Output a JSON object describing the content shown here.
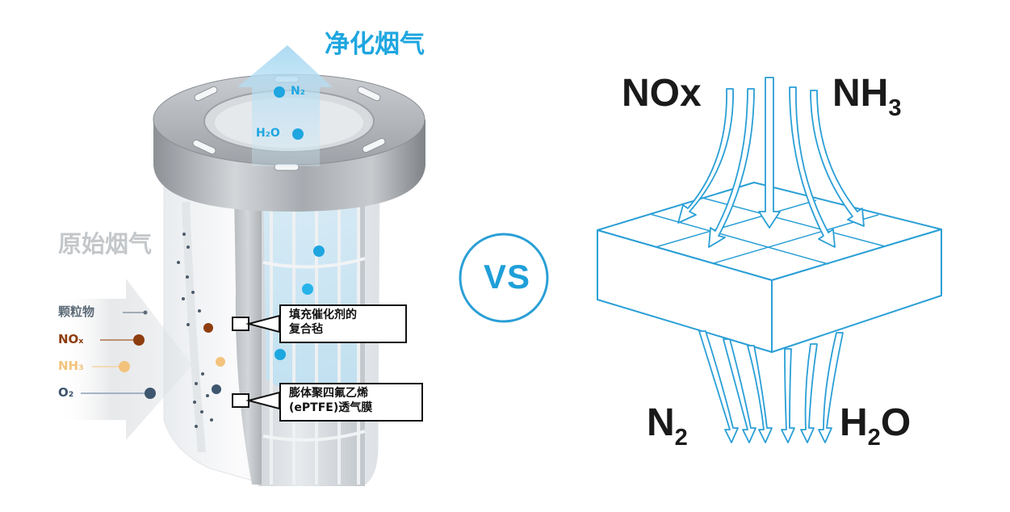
{
  "left_panel": {
    "clean_gas_title": "净化烟气",
    "raw_gas_title": "原始烟气",
    "outflow_molecules": [
      {
        "label": "N₂",
        "color": "#1ea6e0"
      },
      {
        "label": "H₂O",
        "color": "#1ea6e0"
      }
    ],
    "particles": [
      {
        "label": "颗粒物",
        "color": "#5d6b78"
      },
      {
        "label": "NOₓ",
        "color": "#8e3d0f"
      },
      {
        "label": "NH₃",
        "color": "#f3c37d"
      },
      {
        "label": "O₂",
        "color": "#3e566e"
      }
    ],
    "callouts": [
      {
        "line1": "填充催化剂的",
        "line2": "复合毡"
      },
      {
        "line1": "膨体聚四氟乙烯",
        "line2": "(ePTFE)透气膜"
      }
    ]
  },
  "vs_label": "VS",
  "right_panel": {
    "inputs": [
      {
        "base": "NOx",
        "sub": ""
      },
      {
        "base": "NH",
        "sub": "3"
      }
    ],
    "outputs": [
      {
        "base": "N",
        "sub": "2"
      },
      {
        "base": "H",
        "sub": "2",
        "tail": "O"
      }
    ]
  },
  "colors": {
    "accent_blue": "#1ea6e0",
    "outline_blue": "#2a9fd6",
    "raw_gas_grey": "#c4c7ca",
    "text_dark": "#1a1a1a"
  }
}
